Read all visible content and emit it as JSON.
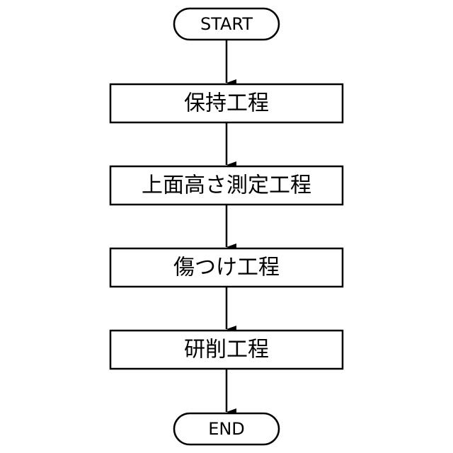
{
  "diagram": {
    "start_label": "START",
    "steps": [
      "保持工程",
      "上面高さ測定工程",
      "傷つけ工程",
      "研削工程"
    ],
    "end_label": "END"
  }
}
